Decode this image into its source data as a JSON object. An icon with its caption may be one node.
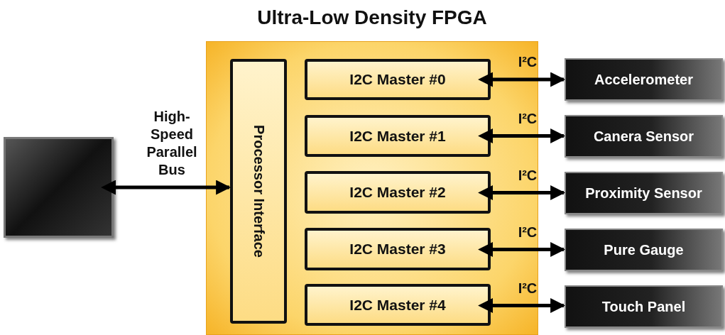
{
  "diagram": {
    "nodes": [
      {
        "text": [
          "Ultra-Low Density FPGA"
        ]
      },
      {
        "text": [
          "Processor Interface"
        ],
        "in": 0
      },
      {
        "text": [
          "I2C Master #0"
        ],
        "in": 0
      },
      {
        "text": [
          "I2C Master #1"
        ],
        "in": 0
      },
      {
        "text": [
          "I2C Master #2"
        ],
        "in": 0
      },
      {
        "text": [
          "I2C Master #3"
        ],
        "in": 0
      },
      {
        "text": [
          "I2C Master #4"
        ],
        "in": 0
      },
      {
        "text": [],
        "shape": "box"
      },
      {
        "text": [
          "Accelerometer"
        ]
      },
      {
        "text": [
          "Canera Sensor"
        ]
      },
      {
        "text": [
          "Proximity Sensor"
        ]
      },
      {
        "text": [
          "Pure Gauge"
        ]
      },
      {
        "text": [
          "Touch Panel"
        ]
      }
    ],
    "edges": [
      {
        "from": 7,
        "to": 1,
        "arrow": "both",
        "label": "High-Speed Parallel Bus"
      },
      {
        "from": 2,
        "to": 8,
        "arrow": "both",
        "label": "I²C"
      },
      {
        "from": 3,
        "to": 9,
        "arrow": "both",
        "label": "I²C"
      },
      {
        "from": 4,
        "to": 10,
        "arrow": "both",
        "label": "I²C"
      },
      {
        "from": 5,
        "to": 11,
        "arrow": "both",
        "label": "I²C"
      },
      {
        "from": 6,
        "to": 12,
        "arrow": "both",
        "label": "I²C"
      }
    ]
  }
}
